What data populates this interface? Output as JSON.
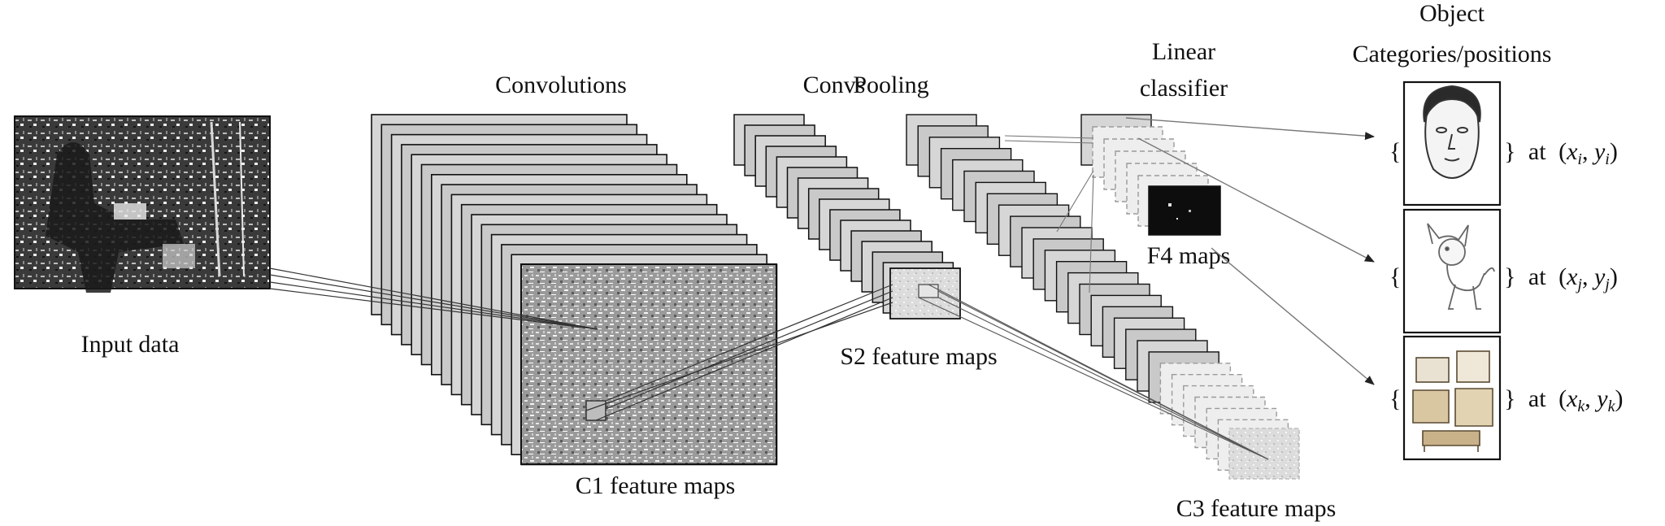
{
  "stages": {
    "input": "Input data",
    "convolutions": "Convolutions",
    "c1": "C1 feature maps",
    "pooling": "Pooling",
    "s2": "S2 feature maps",
    "convs": "Convs",
    "c3": "C3 feature maps",
    "linear_line1": "Linear",
    "linear_line2": "classifier",
    "f4": "F4 maps"
  },
  "output": {
    "title_line1": "Object",
    "title_line2": "Categories/positions",
    "rows": [
      {
        "picture": "face-sketch",
        "open": "{",
        "close": "}",
        "at": "at",
        "var": "x",
        "var2": "y",
        "sub": "i"
      },
      {
        "picture": "dog-sketch",
        "open": "{",
        "close": "}",
        "at": "at",
        "var": "x",
        "var2": "y",
        "sub": "j"
      },
      {
        "picture": "room-sketch",
        "open": "{",
        "close": "}",
        "at": "at",
        "var": "x",
        "var2": "y",
        "sub": "k"
      }
    ]
  },
  "colors": {
    "frame": "#111111",
    "map_fill": "#d0d0d0",
    "map_front": "#f2f2f2",
    "line": "#333333",
    "arrow": "#777777"
  }
}
